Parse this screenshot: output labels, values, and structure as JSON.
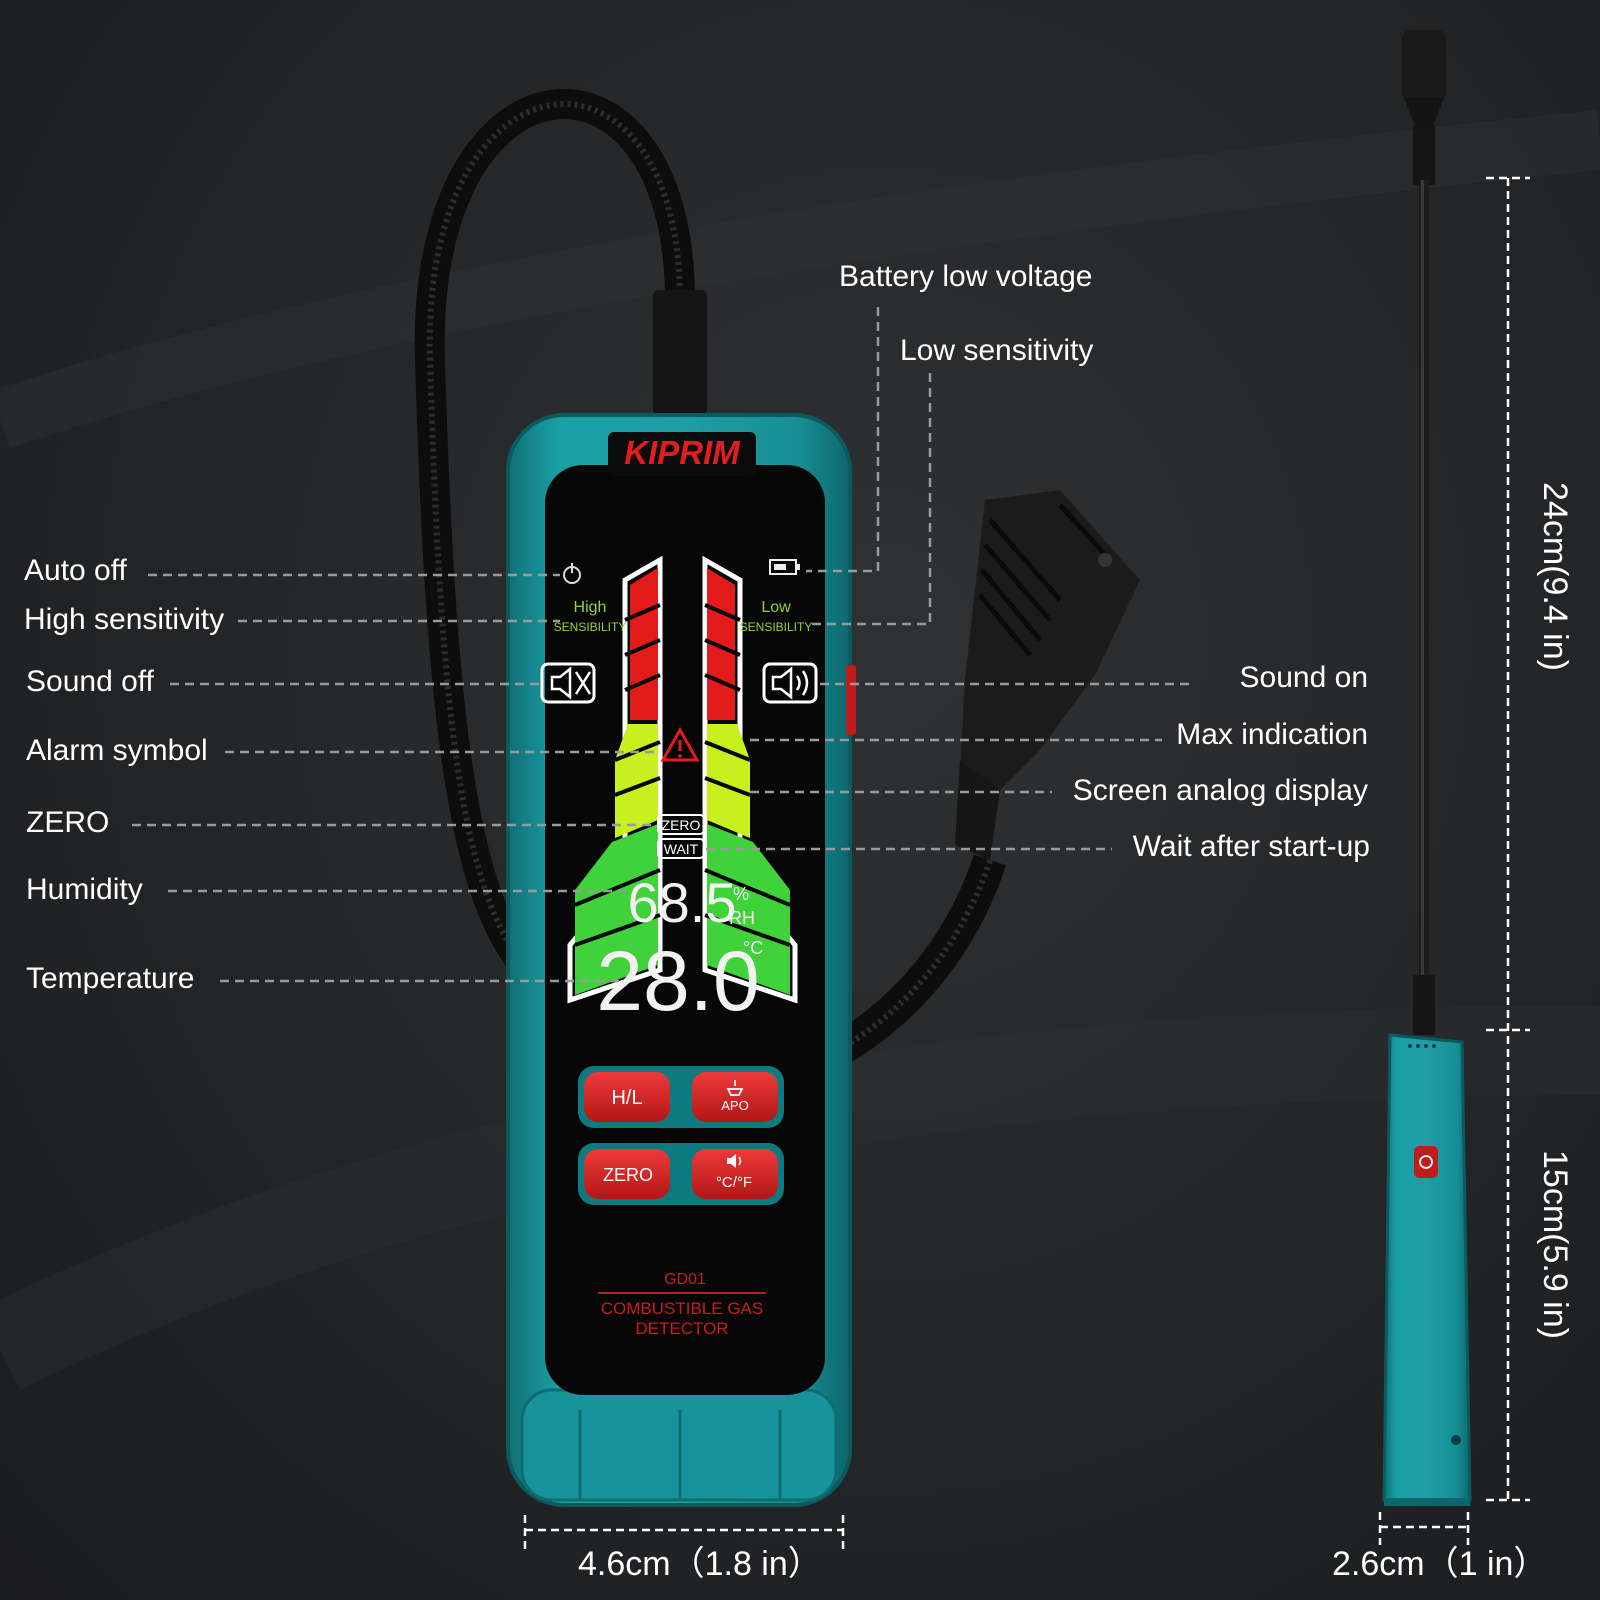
{
  "brand": {
    "name": "KIPRIM"
  },
  "device": {
    "model": "GD01",
    "product_line1": "COMBUSTIBLE GAS",
    "product_line2": "DETECTOR",
    "body_color": "#1a9aa1",
    "button_color": "#d42222"
  },
  "display": {
    "high_label": "High",
    "low_label": "Low",
    "sensibility_label": "SENSIBILITY",
    "zero_tag": "ZERO",
    "wait_tag": "WAIT",
    "humidity_value": "68.5",
    "humidity_unit_top": "%",
    "humidity_unit_bottom": "RH",
    "temperature_value": "28.0",
    "temperature_unit": "°C",
    "bar_colors": {
      "red": "#e41b1b",
      "yellow_green": "#c8f01e",
      "green": "#3fd23a"
    }
  },
  "buttons": {
    "hl": "H/L",
    "apo": "APO",
    "zero": "ZERO",
    "cf": "°C/°F"
  },
  "callouts_left": {
    "auto_off": "Auto off",
    "high_sensitivity": "High sensitivity",
    "sound_off": "Sound off",
    "alarm_symbol": "Alarm symbol",
    "zero": "ZERO",
    "humidity": "Humidity",
    "temperature": "Temperature"
  },
  "callouts_right": {
    "battery_low_voltage": "Battery low voltage",
    "low_sensitivity": "Low sensitivity",
    "sound_on": "Sound on",
    "max_indication": "Max indication",
    "screen_analog_display": "Screen analog display",
    "wait_after_startup": "Wait after start-up"
  },
  "dimensions": {
    "width": "4.6cm（1.8 in）",
    "depth": "2.6cm（1 in）",
    "probe_length": "24cm(9.4 in)",
    "body_length": "15cm(5.9 in)"
  }
}
